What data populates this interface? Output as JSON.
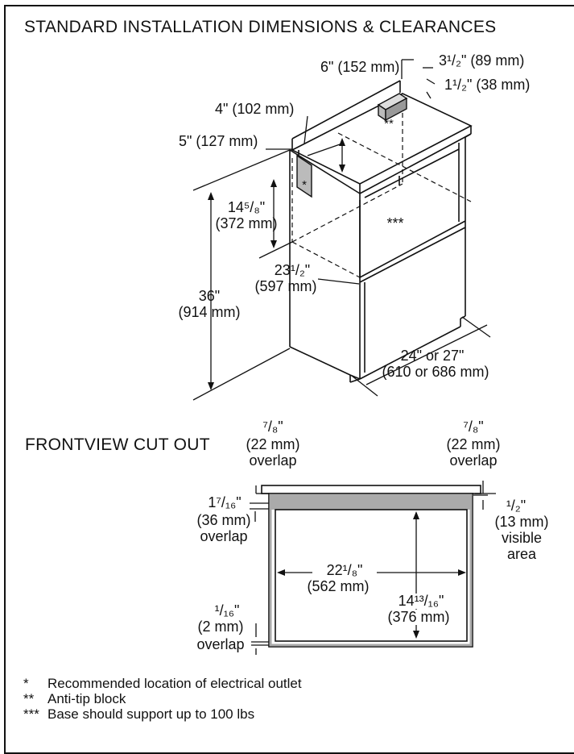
{
  "diagram": {
    "title_main": "STANDARD INSTALLATION DIMENSIONS & CLEARANCES",
    "title_front": "FRONTVIEW CUT OUT",
    "dims": {
      "d6_in": "6\" (152 mm)",
      "d3half_in": "3¹/₂\" (89 mm)",
      "d1half_in": "1¹/₂\" (38 mm)",
      "d4_in": "4\" (102 mm)",
      "d5_in": "5\" (127 mm)",
      "d14_5_8_in": "14⁵/₈\"",
      "d14_5_8_mm": "(372 mm)",
      "d23_half_in": "23¹/₂\"",
      "d23_half_mm": "(597 mm)",
      "d36_in": "36\"",
      "d36_mm": "(914 mm)",
      "d24_27_in": "24\" or 27\"",
      "d24_27_mm": "(610 or 686 mm)"
    },
    "front": {
      "left_overlap_in": "⁷/₈\"",
      "left_overlap_mm": "(22 mm)",
      "left_overlap_word": "overlap",
      "right_overlap_in": "⁷/₈\"",
      "right_overlap_mm": "(22 mm)",
      "right_overlap_word": "overlap",
      "top_overlap_in": "1⁷/₁₆\"",
      "top_overlap_mm": "(36 mm)",
      "top_overlap_word": "overlap",
      "visible_in": "¹/₂\"",
      "visible_mm": "(13 mm)",
      "visible_word1": "visible",
      "visible_word2": "area",
      "width_in": "22¹/₈\"",
      "width_mm": "(562 mm)",
      "height_in": "14¹³/₁₆\"",
      "height_mm": "(376 mm)",
      "bottom_in": "¹/₁₆\"",
      "bottom_mm": "(2 mm)",
      "bottom_word": "overlap"
    },
    "markers": {
      "outlet": "*",
      "antitip": "**",
      "base": "***"
    },
    "notes": [
      {
        "mark": "*",
        "text": "Recommended location of electrical outlet"
      },
      {
        "mark": "**",
        "text": "Anti-tip block"
      },
      {
        "mark": "***",
        "text": "Base should support up to 100 lbs"
      }
    ]
  }
}
